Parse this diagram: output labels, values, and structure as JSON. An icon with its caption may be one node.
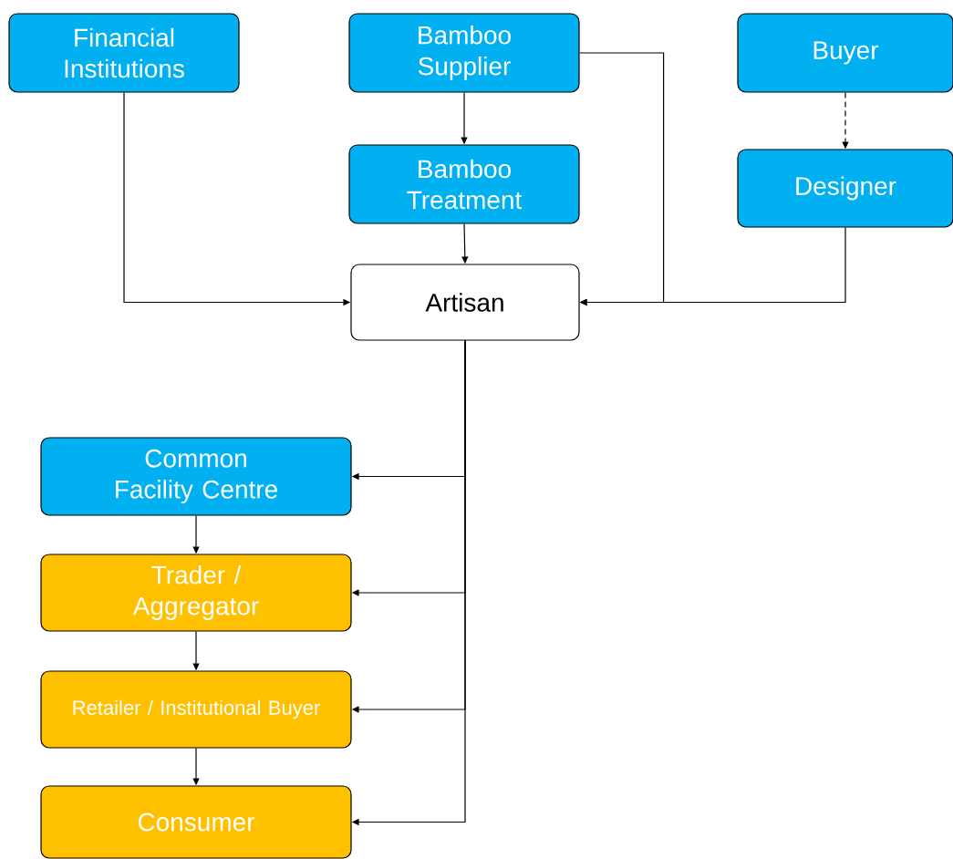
{
  "diagram": {
    "nodes": [
      {
        "text": [
          "Financial Institutions"
        ]
      },
      {
        "text": [
          "Bamboo Supplier"
        ]
      },
      {
        "text": [
          "Buyer"
        ]
      },
      {
        "text": [
          "Bamboo Treatment"
        ]
      },
      {
        "text": [
          "Designer"
        ]
      },
      {
        "text": [
          "Artisan"
        ]
      },
      {
        "text": [
          "Common Facility Centre"
        ]
      },
      {
        "text": [
          "Trader / Aggregator"
        ]
      },
      {
        "text": [
          "Retailer / Institutional Buyer"
        ]
      },
      {
        "text": [
          "Consumer"
        ]
      }
    ],
    "edges": [
      {
        "from": 0,
        "to": 5,
        "arrow": "to"
      },
      {
        "from": 1,
        "to": 3,
        "arrow": "to"
      },
      {
        "from": 1,
        "to": 5,
        "arrow": "to"
      },
      {
        "from": 2,
        "to": 4,
        "arrow": "to",
        "style": "dashed"
      },
      {
        "from": 3,
        "to": 5,
        "arrow": "to"
      },
      {
        "from": 4,
        "to": 5,
        "arrow": "to"
      },
      {
        "from": 5,
        "to": 6,
        "arrow": "to"
      },
      {
        "from": 5,
        "to": 7,
        "arrow": "to"
      },
      {
        "from": 5,
        "to": 8,
        "arrow": "to"
      },
      {
        "from": 5,
        "to": 9,
        "arrow": "to"
      },
      {
        "from": 6,
        "to": 7,
        "arrow": "to"
      },
      {
        "from": 7,
        "to": 8,
        "arrow": "to"
      },
      {
        "from": 8,
        "to": 9,
        "arrow": "to"
      }
    ]
  }
}
